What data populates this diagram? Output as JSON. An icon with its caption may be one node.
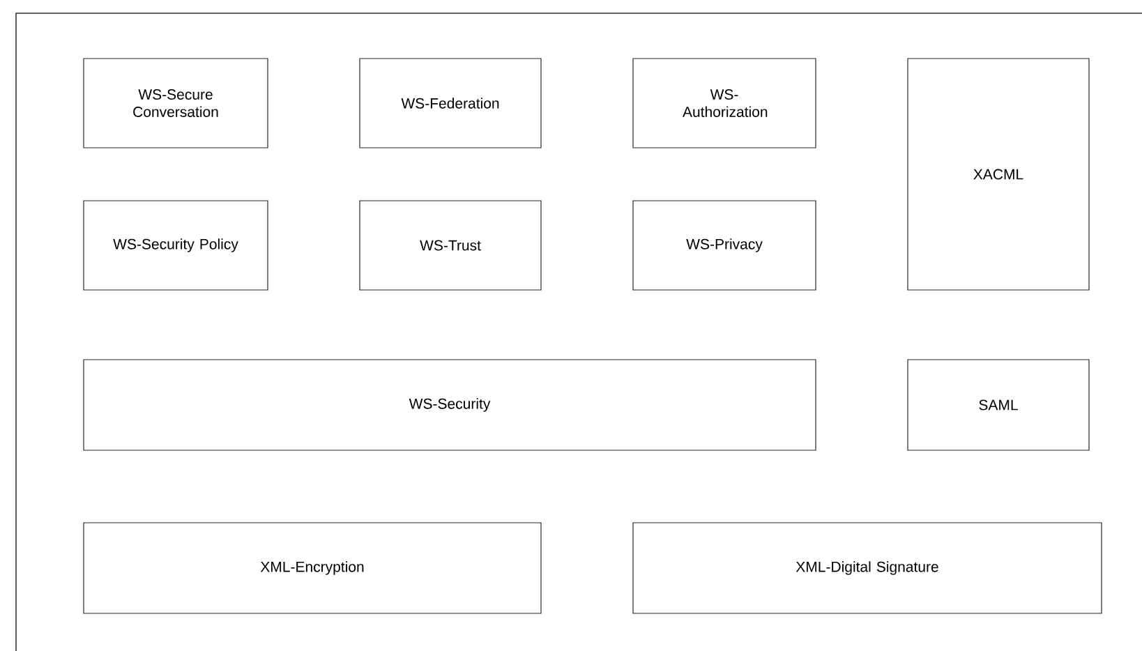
{
  "diagram": {
    "nodes": [
      {
        "text": [
          "WS-Secure Conversation"
        ]
      },
      {
        "text": [
          "WS-Federation"
        ]
      },
      {
        "text": [
          "WS-Authorization"
        ]
      },
      {
        "text": [
          "XACML"
        ]
      },
      {
        "text": [
          "WS-Security Policy"
        ]
      },
      {
        "text": [
          "WS-Trust"
        ]
      },
      {
        "text": [
          "WS-Privacy"
        ]
      },
      {
        "text": [
          "WS-Security"
        ]
      },
      {
        "text": [
          "SAML"
        ]
      },
      {
        "text": [
          "XML-Encryption"
        ]
      },
      {
        "text": [
          "XML-Digital Signature"
        ]
      }
    ]
  }
}
